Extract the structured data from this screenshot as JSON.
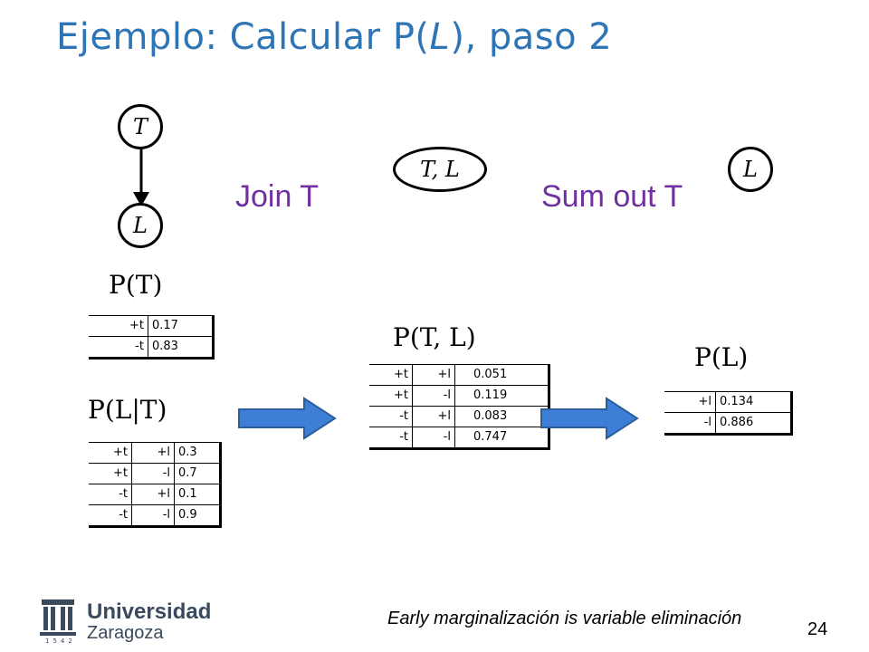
{
  "title": {
    "prefix": "Ejemplo: Calcular P(",
    "var": "L",
    "suffix": "), paso 2"
  },
  "nodes": {
    "t": "T",
    "l": "L",
    "tl": "T, L",
    "l2": "L"
  },
  "labels": {
    "join": "Join T",
    "sum": "Sum out T"
  },
  "math": {
    "pt": "P(T)",
    "plt": "P(L|T)",
    "ptl": "P(T, L)",
    "pl": "P(L)"
  },
  "tables": {
    "pt": [
      [
        "+t",
        "0.17"
      ],
      [
        "-t",
        "0.83"
      ]
    ],
    "plt": [
      [
        "+t",
        "+l",
        "0.3"
      ],
      [
        "+t",
        "-l",
        "0.7"
      ],
      [
        "-t",
        "+l",
        "0.1"
      ],
      [
        "-t",
        "-l",
        "0.9"
      ]
    ],
    "ptl": [
      [
        "+t",
        "+l",
        "0.051"
      ],
      [
        "+t",
        "-l",
        "0.119"
      ],
      [
        "-t",
        "+l",
        "0.083"
      ],
      [
        "-t",
        "-l",
        "0.747"
      ]
    ],
    "pl": [
      [
        "+l",
        "0.134"
      ],
      [
        "-l",
        "0.886"
      ]
    ]
  },
  "footer": {
    "text": "Early marginalización  is variable eliminación",
    "page": "24"
  },
  "logo": {
    "line1": "Universidad",
    "line2": "Zaragoza",
    "year": "1542"
  },
  "colors": {
    "title": "#2e75b6",
    "purple": "#7030a0",
    "arrow": "#3d7fd6",
    "logo": "#3a4a5c"
  }
}
